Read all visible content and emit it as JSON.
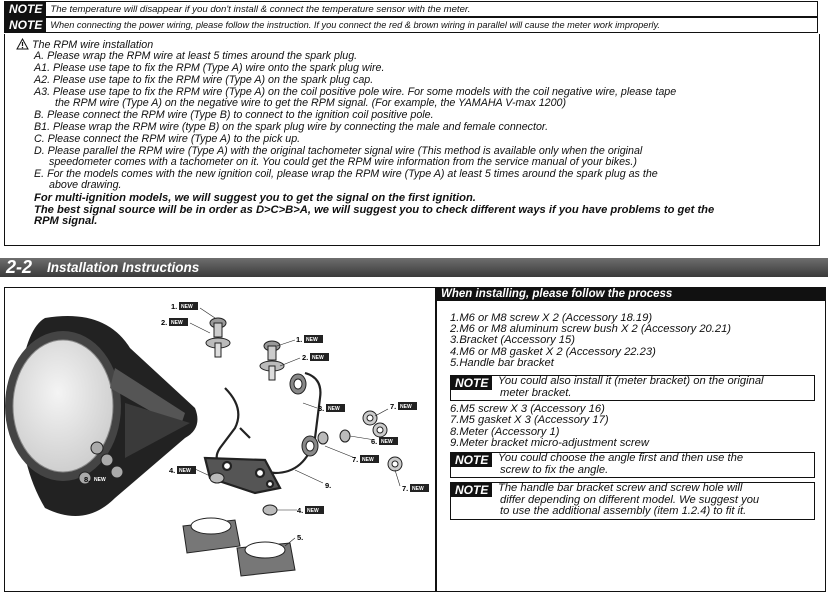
{
  "notes_top": [
    {
      "tag": "NOTE",
      "text": "The temperature will disappear if you don't install & connect the temperature sensor with the meter."
    },
    {
      "tag": "NOTE",
      "text": "When connecting the power wiring, please follow the instruction. If you connect the red & brown wiring in parallel will cause the meter work improperly."
    }
  ],
  "rpm": {
    "heading": "The RPM wire installation",
    "lines": [
      "A. Please wrap the RPM wire at least 5 times around the spark plug.",
      "A1. Please use tape to fix the RPM (Type A) wire onto the spark plug wire.",
      "A2. Please use tape to fix the RPM wire (Type A) on the spark plug cap.",
      "A3. Please use tape to fix the RPM wire (Type A) on the coil positive pole wire. For some models with the coil negative wire, please tape",
      "the RPM wire (Type A) on the negative wire to get the RPM signal. (For example, the YAMAHA V-max 1200)",
      "B. Please connect the RPM wire (Type B) to connect to the ignition coil positive pole.",
      "B1. Please wrap the RPM wire (type B) on the spark plug wire by connecting the male and female connector.",
      "C. Please connect the RPM wire (Type A) to the pick up.",
      "D. Please parallel the RPM wire (Type A) with the original tachometer signal wire (This method is available only when the original",
      "speedometer comes with a tachometer on it. You could get the RPM wire information from the service manual of your bikes.)",
      "E. For the models comes with the new ignition coil, please wrap the RPM wire (Type A) at least 5 times around the spark plug as the",
      "above drawing."
    ],
    "bold_lines": [
      "For multi-ignition models, we will suggest you to get the signal on the first ignition.",
      "The best signal source will be in order as D>C>B>A, we will suggest you to check different ways if you have problems to get the",
      "RPM signal."
    ]
  },
  "section": {
    "number": "2-2",
    "title": "Installation Instructions"
  },
  "process": {
    "title": "When installing, please follow the process",
    "list1": [
      "1.M6 or M8 screw X 2 (Accessory 18.19)",
      "2.M6 or M8 aluminum screw bush X 2 (Accessory 20.21)",
      "3.Bracket (Accessory 15)",
      "4.M6 or M8 gasket X 2 (Accessory 22.23)",
      "5.Handle bar bracket"
    ],
    "note1": {
      "tag": "NOTE",
      "lines": [
        "You could also install it (meter bracket) on the original",
        "meter bracket."
      ]
    },
    "list2": [
      "6.M5 screw X 3 (Accessory 16)",
      "7.M5 gasket X 3 (Accessory 17)",
      "8.Meter (Accessory 1)",
      "9.Meter bracket micro-adjustment screw"
    ],
    "note2": {
      "tag": "NOTE",
      "lines": [
        "You could choose the angle first and then use the",
        "screw to fix the angle."
      ]
    },
    "note3": {
      "tag": "NOTE",
      "lines": [
        "The handle bar bracket screw and screw hole will",
        "differ depending on different model. We suggest you",
        "to use the additional assembly (item 1.2.4) to fit it."
      ]
    }
  },
  "diagram_labels": {
    "new": "NEW",
    "l1a": "1.",
    "l2a": "2.",
    "l1b": "1.",
    "l2b": "2.",
    "l3": "3.",
    "l7a": "7.",
    "l6": "6.",
    "l7b": "7.",
    "l7c": "7.",
    "l4a": "4.",
    "l8": "8.",
    "l9": "9.",
    "l4b": "4.",
    "l5": "5."
  }
}
